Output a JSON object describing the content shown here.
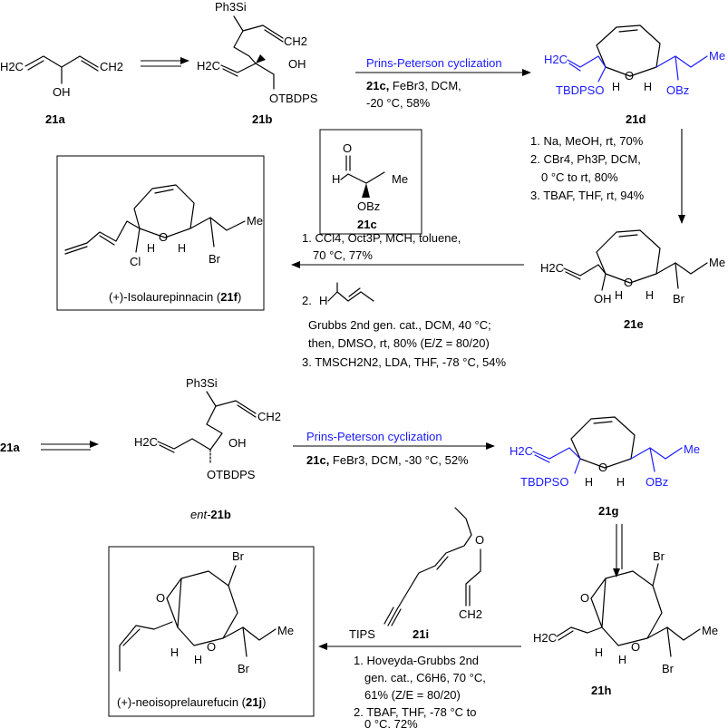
{
  "compounds": {
    "c21a": "21a",
    "c21b": "21b",
    "c21c": "21c",
    "c21d": "21d",
    "c21e": "21e",
    "c21f_name": "(+)-Isolaurepinnacin (",
    "c21f": "21f",
    "c21f_close": ")",
    "ent_prefix": "ent-",
    "c21b_ent": "21b",
    "c21g": "21g",
    "c21h": "21h",
    "c21i": "21i",
    "c21j_name": "(+)-neoisoprelaurefucin (",
    "c21j": "21j",
    "c21j_close": ")"
  },
  "atoms": {
    "h2c": "H2C",
    "ch2": "CH2",
    "oh": "OH",
    "ph3si": "Ph3Si",
    "otbdps": "OTBDPS",
    "tbdpso": "TBDPSO",
    "obz": "OBz",
    "h": "H",
    "o": "O",
    "me": "Me",
    "br": "Br",
    "cl": "Cl",
    "tips": "TIPS"
  },
  "step1": {
    "title": "Prins-Peterson cyclization",
    "reagent_a": "21c,",
    "reagent_b": " FeBr3, DCM,",
    "conditions": "-20 °C, 58%"
  },
  "step2": {
    "line1": "1. Na, MeOH, rt, 70%",
    "line2": "2. CBr4, Ph3P, DCM,",
    "line3": "0 °C to rt, 80%",
    "line4": "3. TBAF, THF, rt, 94%"
  },
  "step3": {
    "line1": "1. CCl4, Oct3P, MCH, toluene,",
    "line2": "70 °C, 77%",
    "line3": "2.",
    "line4": "Grubbs 2nd gen. cat., DCM, 40 °C;",
    "line5": "then, DMSO, rt, 80% (E/Z = 80/20)",
    "line6": "3. TMSCH2N2, LDA, THF, -78 °C, 54%"
  },
  "step4": {
    "title": "Prins-Peterson cyclization",
    "reagent_a": "21c,",
    "reagent_b": " FeBr3, DCM, -30 °C, 52%"
  },
  "step5": {
    "line1": "1. Hoveyda-Grubbs 2nd",
    "line2": "gen. cat., C6H6, 70 °C,",
    "line3": "61% (Z/E = 80/20)",
    "line4": "2. TBAF, THF, -78 °C to",
    "line5": "0 °C, 72%"
  },
  "colors": {
    "accent": "#1a1aff",
    "text": "#000000"
  }
}
